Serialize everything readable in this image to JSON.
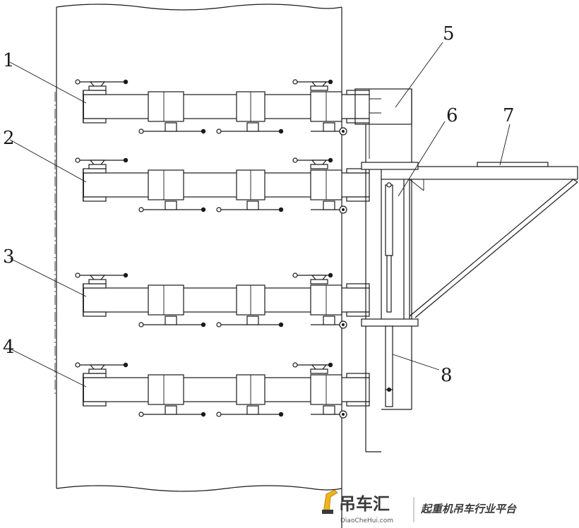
{
  "callouts": {
    "c1": "1",
    "c2": "2",
    "c3": "3",
    "c4": "4",
    "c5": "5",
    "c6": "6",
    "c7": "7",
    "c8": "8"
  },
  "watermark": {
    "brand": "吊车汇",
    "url": "DiaoCheHui.com",
    "tagline": "起重机吊车行业平台",
    "logo_icon": "crane-logo-icon"
  }
}
